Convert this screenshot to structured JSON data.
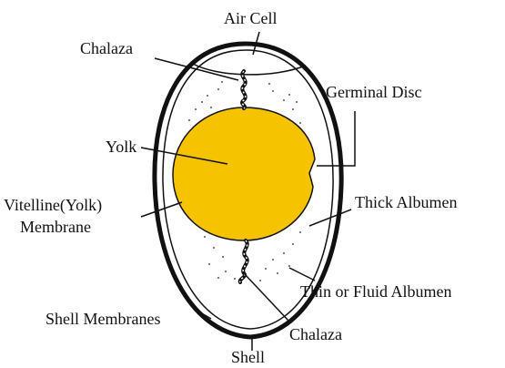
{
  "colors": {
    "yolk": "#F6C300",
    "outline": "#111111",
    "background": "#ffffff"
  },
  "labels": {
    "air_cell": "Air Cell",
    "chalaza_top": "Chalaza",
    "germinal_disc": "Germinal Disc",
    "yolk": "Yolk",
    "vitelline_line1": "Vitelline(Yolk)",
    "vitelline_line2": "Membrane",
    "thick_albumen": "Thick Albumen",
    "thin_albumen": "Thin or Fluid Albumen",
    "shell_membranes": "Shell Membranes",
    "chalaza_bottom": "Chalaza",
    "shell": "Shell"
  }
}
